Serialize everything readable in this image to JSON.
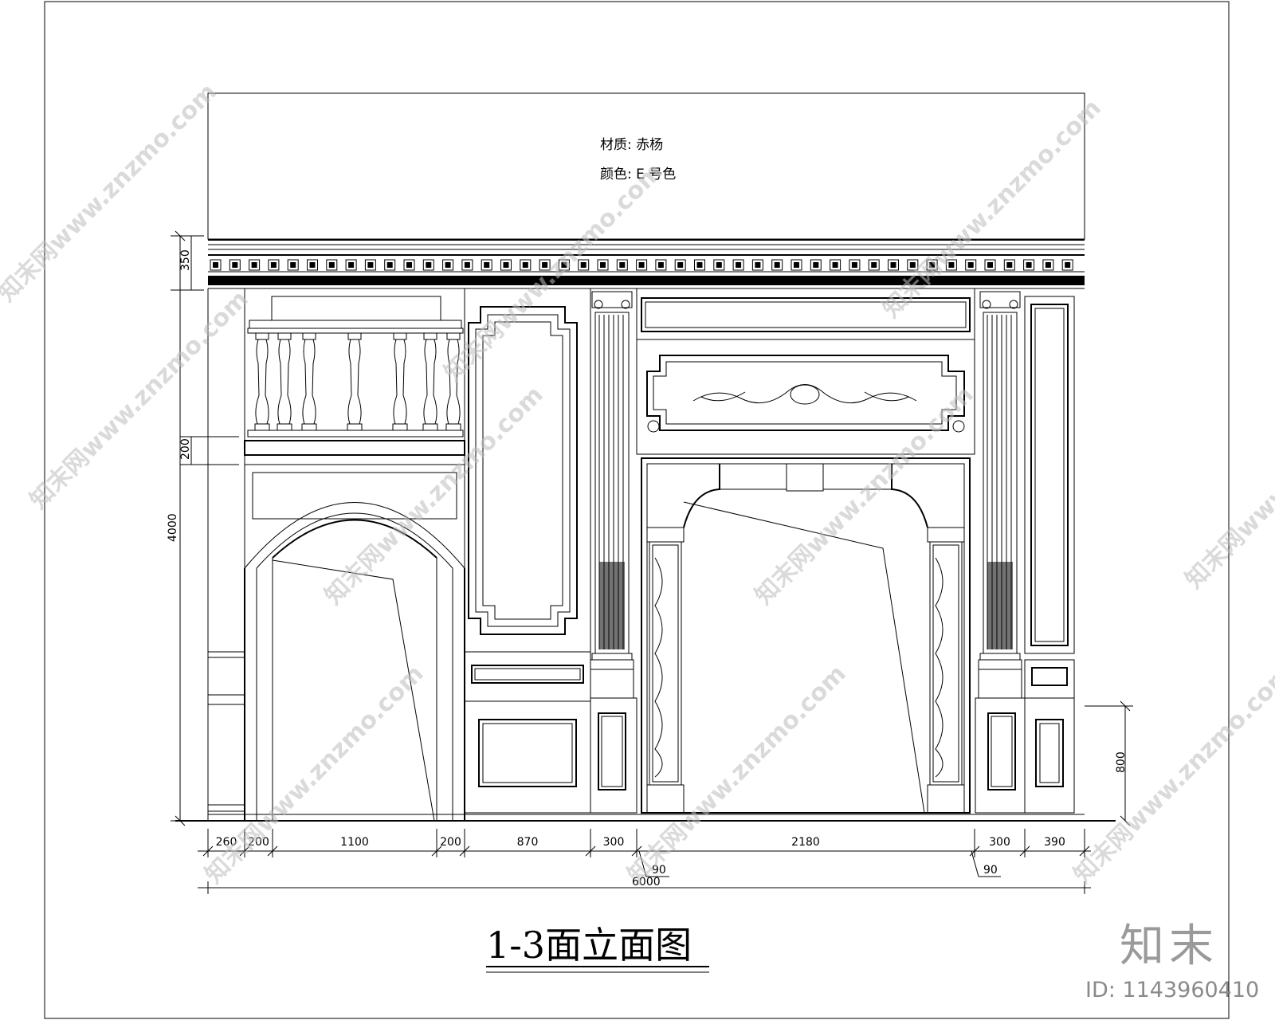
{
  "notes": {
    "material": "材质: 赤杨",
    "color": "颜色: E 号色"
  },
  "title": "1-3面立面图",
  "vertical_dims": {
    "cornice": "350",
    "rail_band": "200",
    "total_height": "4000",
    "dado": "800"
  },
  "horizontal_dims": [
    "260",
    "200",
    "1100",
    "200",
    "870",
    "300",
    "2180",
    "300",
    "390"
  ],
  "offset_dims": {
    "left": "90",
    "right": "90"
  },
  "total_width": "6000",
  "watermark_text": "知末网www.znzmo.com",
  "brand": {
    "logo": "知末",
    "id": "ID: 1143960410"
  }
}
